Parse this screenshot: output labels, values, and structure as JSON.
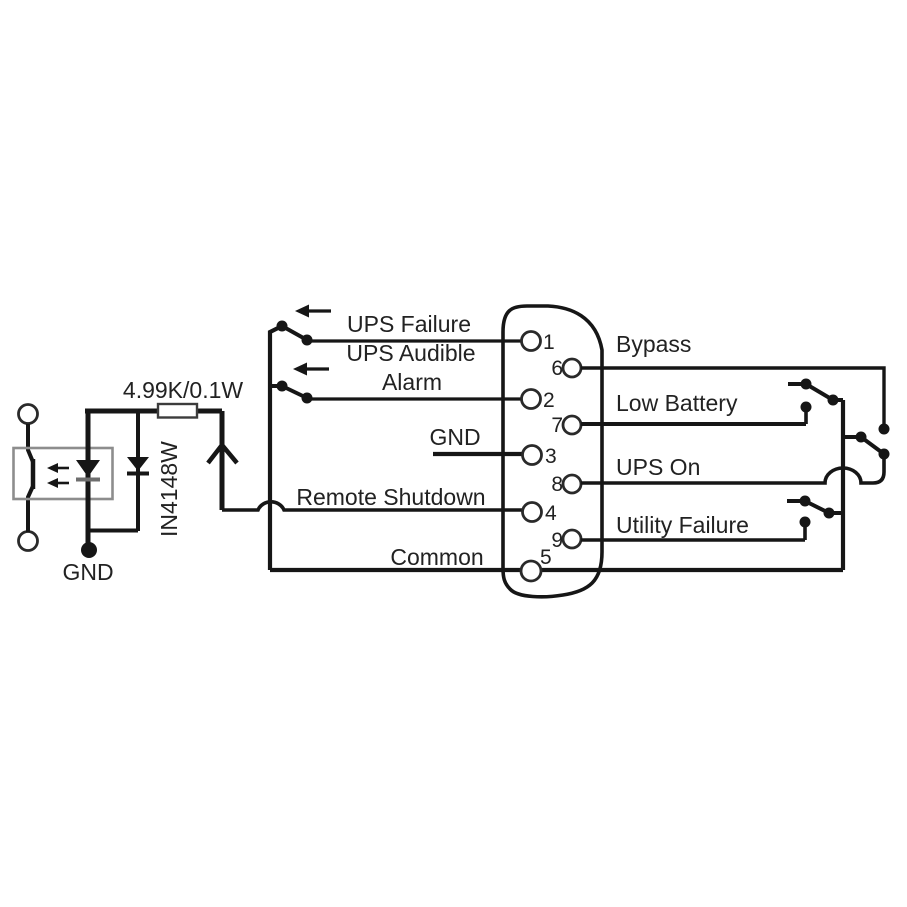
{
  "colors": {
    "background": "#ffffff",
    "line": "#161616",
    "component_gray": "#8d8d8d",
    "text": "#222222"
  },
  "input_circuit": {
    "resistor_value": "4.99K/0.1W",
    "protection_diode": "IN4148W",
    "ground_label": "GND"
  },
  "connector": {
    "left_pins": [
      {
        "number": "1",
        "label": "UPS Failure"
      },
      {
        "number": "2",
        "label": "UPS Audible Alarm",
        "label_line1": "UPS Audible",
        "label_line2": "Alarm"
      },
      {
        "number": "3",
        "label": "GND"
      },
      {
        "number": "4",
        "label": "Remote Shutdown"
      },
      {
        "number": "5",
        "label": "Common"
      }
    ],
    "right_pins": [
      {
        "number": "6",
        "label": "Bypass"
      },
      {
        "number": "7",
        "label": "Low Battery"
      },
      {
        "number": "8",
        "label": "UPS On"
      },
      {
        "number": "9",
        "label": "Utility Failure"
      }
    ]
  }
}
